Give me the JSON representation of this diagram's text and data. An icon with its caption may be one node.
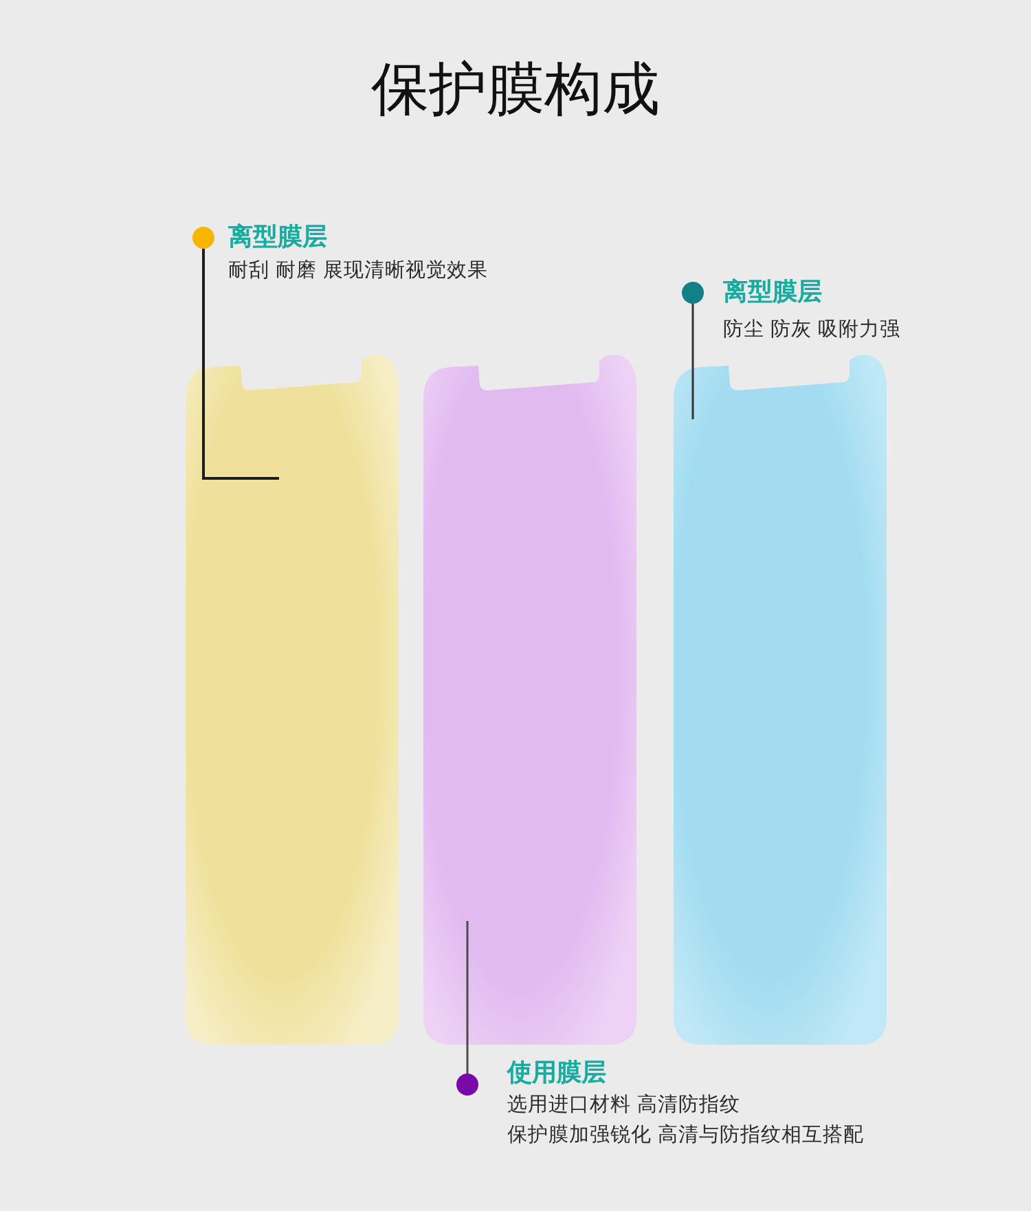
{
  "diagram": {
    "title": "保护膜构成",
    "nodes": [
      {
        "text": [
          "离型膜层",
          "耐刮 耐磨 展现清晰视觉效果"
        ]
      },
      {
        "text": [
          "离型膜层",
          "防尘 防灰 吸附力强"
        ]
      },
      {
        "text": [],
        "shape": "box"
      },
      {
        "text": [],
        "shape": "box"
      },
      {
        "text": [],
        "shape": "box"
      },
      {
        "text": [
          "使用膜层",
          "选用进口材料 高清防指纹",
          "保护膜加强锐化 高清与防指纹相互搭配"
        ]
      }
    ],
    "edges": [
      {
        "from": 0,
        "to": 2,
        "arrow": "none"
      },
      {
        "from": 1,
        "to": 4,
        "arrow": "none"
      },
      {
        "from": 5,
        "to": 3,
        "arrow": "none"
      }
    ]
  }
}
